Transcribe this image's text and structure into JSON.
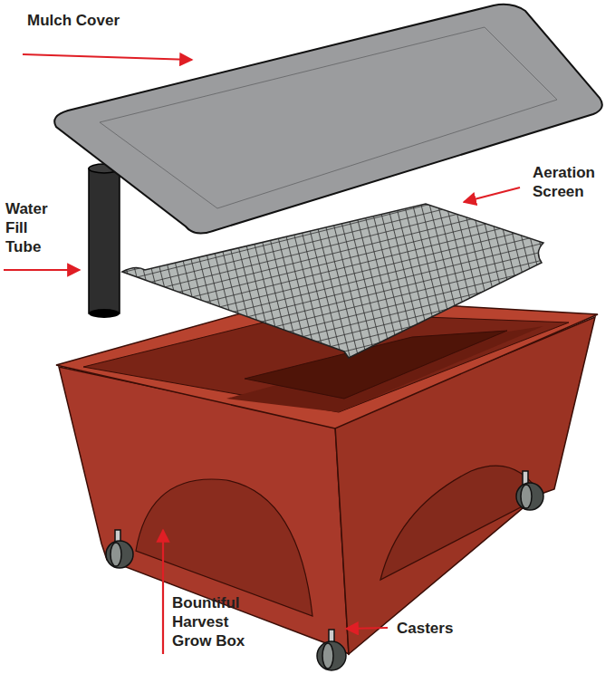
{
  "diagram": {
    "labels": [
      "Mulch Cover",
      "Aeration Screen",
      "Water Fill Tube",
      "Bountiful Harvest Grow Box",
      "Casters"
    ]
  }
}
